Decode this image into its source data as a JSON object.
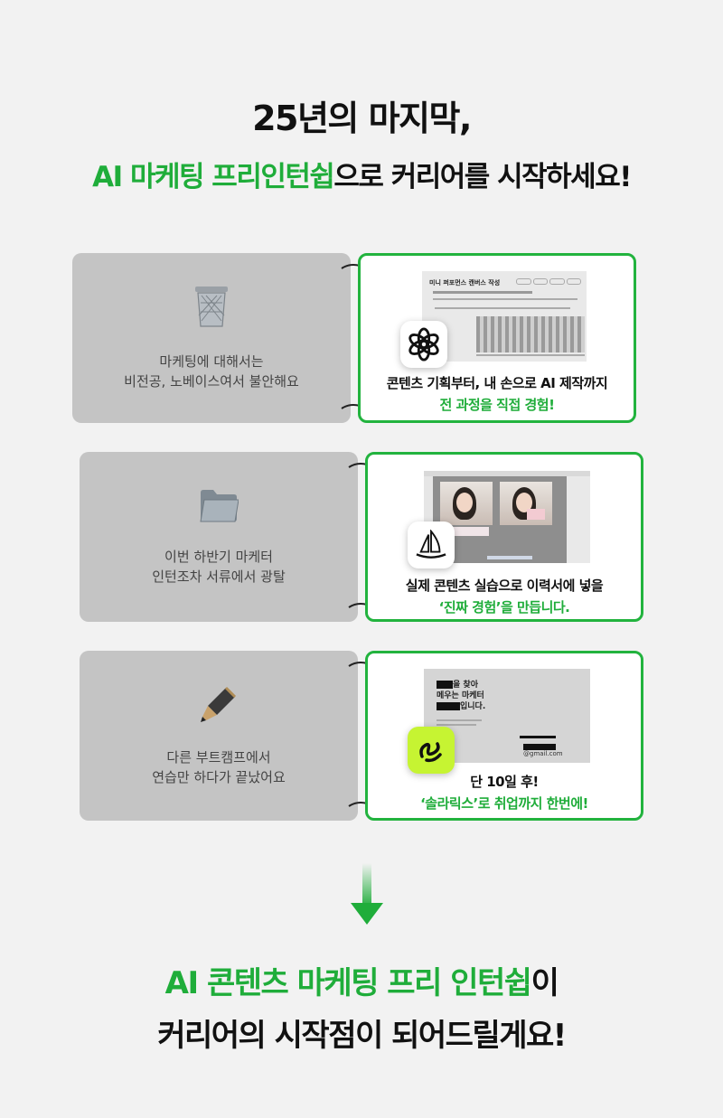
{
  "headline": {
    "line1": "25년의 마지막,",
    "line2_green": "AI 마케팅 프리인턴쉽",
    "line2_rest": "으로 커리어를 시작하세요!"
  },
  "rows": [
    {
      "left_line1": "마케팅에 대해서는",
      "left_line2": "비전공, 노베이스여서 불안해요",
      "left_icon": "trash-can-icon",
      "app_icon": "openai-icon",
      "caption_line1": "콘텐츠 기획부터, 내 손으로 AI 제작까지",
      "caption_line2": "전 과정을 직접 경험!",
      "shot_title": "미니 퍼포먼스 캔버스 작성"
    },
    {
      "left_line1": "이번 하반기 마케터",
      "left_line2": "인턴조차 서류에서 광탈",
      "left_icon": "folder-icon",
      "app_icon": "midjourney-icon",
      "caption_line1": "실제 콘텐츠 실습으로 이력서에 넣을",
      "caption_line2": "‘진짜 경험’을 만듭니다."
    },
    {
      "left_line1": "다른 부트캠프에서",
      "left_line2": "연습만 하다가 끝났어요",
      "left_icon": "pen-icon",
      "app_icon": "solarix-icon",
      "caption_line1": "단 10일 후!",
      "caption_line2": "‘솔라릭스’로 취업까지 한번에!",
      "shot_line1": "을 찾아",
      "shot_line2": "메우는 마케터",
      "shot_line3": "입니다.",
      "shot_email": "@gmail.com"
    }
  ],
  "bottom": {
    "line1_green": "AI 콘텐츠 마케팅 프리 인턴쉽",
    "line1_rest": "이",
    "line2": "커리어의 시작점이 되어드릴게요!"
  },
  "colors": {
    "accent": "#1fad3a",
    "card_gray": "#c4c4c4",
    "border_green": "#22b33e"
  }
}
